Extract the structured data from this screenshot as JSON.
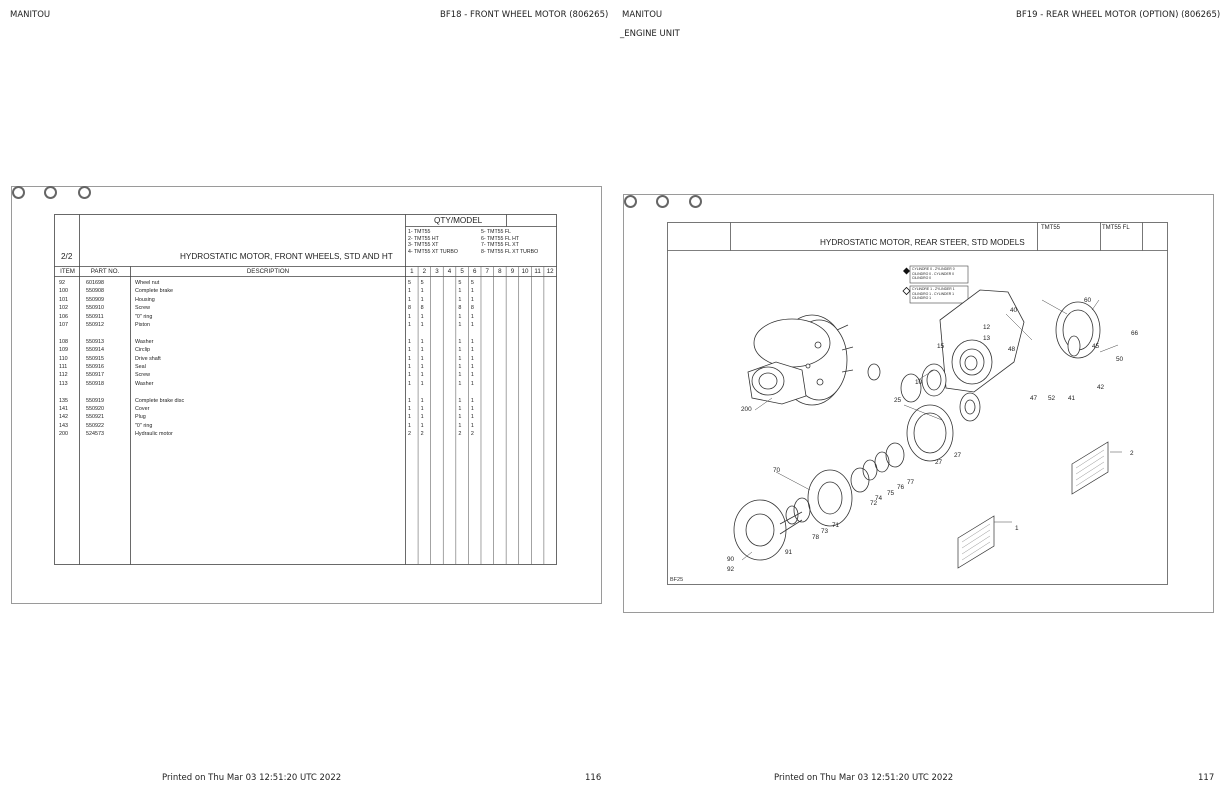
{
  "left_page": {
    "brand": "MANITOU",
    "section_title": "BF18 - FRONT WHEEL MOTOR (806265)",
    "sheet_number": "2/2",
    "diagram_title": "HYDROSTATIC MOTOR, FRONT WHEELS, STD AND HT",
    "qty_header": "QTY/MODEL",
    "models_left": [
      "1- TMT55",
      "2- TMT55 HT",
      "3- TMT55 XT",
      "4- TMT55 XT TURBO"
    ],
    "models_right": [
      "5- TMT55 FL",
      "6- TMT55 FL HT",
      "7- TMT55 FL XT",
      "8- TMT55 FL XT TURBO"
    ],
    "columns": {
      "item": "ITEM",
      "part_no": "PART NO.",
      "description": "DESCRIPTION",
      "qty_cols": [
        "1",
        "2",
        "3",
        "4",
        "5",
        "6",
        "7",
        "8",
        "9",
        "10",
        "11",
        "12"
      ]
    },
    "parts": [
      {
        "item": "92",
        "part": "601698",
        "desc": "Wheel nut",
        "q": {
          "1": "5",
          "2": "5",
          "5": "5",
          "6": "5"
        }
      },
      {
        "item": "100",
        "part": "550908",
        "desc": "Complete brake",
        "q": {
          "1": "1",
          "2": "1",
          "5": "1",
          "6": "1"
        }
      },
      {
        "item": "101",
        "part": "550909",
        "desc": "Housing",
        "q": {
          "1": "1",
          "2": "1",
          "5": "1",
          "6": "1"
        }
      },
      {
        "item": "102",
        "part": "550910",
        "desc": "Screw",
        "q": {
          "1": "8",
          "2": "8",
          "5": "8",
          "6": "8"
        }
      },
      {
        "item": "106",
        "part": "550911",
        "desc": "\"0\" ring",
        "q": {
          "1": "1",
          "2": "1",
          "5": "1",
          "6": "1"
        }
      },
      {
        "item": "107",
        "part": "550912",
        "desc": "Piston",
        "q": {
          "1": "1",
          "2": "1",
          "5": "1",
          "6": "1"
        }
      },
      {
        "gap": true
      },
      {
        "item": "108",
        "part": "550913",
        "desc": "Washer",
        "q": {
          "1": "1",
          "2": "1",
          "5": "1",
          "6": "1"
        }
      },
      {
        "item": "109",
        "part": "550914",
        "desc": "Circlip",
        "q": {
          "1": "1",
          "2": "1",
          "5": "1",
          "6": "1"
        }
      },
      {
        "item": "110",
        "part": "550915",
        "desc": "Drive shaft",
        "q": {
          "1": "1",
          "2": "1",
          "5": "1",
          "6": "1"
        }
      },
      {
        "item": "111",
        "part": "550916",
        "desc": "Seal",
        "q": {
          "1": "1",
          "2": "1",
          "5": "1",
          "6": "1"
        }
      },
      {
        "item": "112",
        "part": "550917",
        "desc": "Screw",
        "q": {
          "1": "1",
          "2": "1",
          "5": "1",
          "6": "1"
        }
      },
      {
        "item": "113",
        "part": "550918",
        "desc": "Washer",
        "q": {
          "1": "1",
          "2": "1",
          "5": "1",
          "6": "1"
        }
      },
      {
        "gap": true
      },
      {
        "item": "135",
        "part": "550919",
        "desc": "Complete brake disc",
        "q": {
          "1": "1",
          "2": "1",
          "5": "1",
          "6": "1"
        }
      },
      {
        "item": "141",
        "part": "550920",
        "desc": "Cover",
        "q": {
          "1": "1",
          "2": "1",
          "5": "1",
          "6": "1"
        }
      },
      {
        "item": "142",
        "part": "550921",
        "desc": "Plug",
        "q": {
          "1": "1",
          "2": "1",
          "5": "1",
          "6": "1"
        }
      },
      {
        "item": "143",
        "part": "550922",
        "desc": "\"0\" ring",
        "q": {
          "1": "1",
          "2": "1",
          "5": "1",
          "6": "1"
        }
      },
      {
        "item": "200",
        "part": "524573",
        "desc": "Hydraulic motor",
        "q": {
          "1": "2",
          "2": "2",
          "5": "2",
          "6": "2"
        }
      }
    ],
    "footer_printed": "Printed on  Thu Mar 03 12:51:20 UTC 2022",
    "page_number": "116"
  },
  "right_page": {
    "brand": "MANITOU",
    "subtitle": "_ENGINE UNIT",
    "section_title": "BF19 - REAR WHEEL MOTOR (OPTION) (806265)",
    "diagram_title": "HYDROSTATIC MOTOR, REAR STEER, STD MODELS",
    "model_col_1": "TMT55",
    "model_col_2": "TMT55 FL",
    "legend_filled": [
      "CYLINDRE 0 - ZYLINDER 0",
      "CILINDRO 0 - CYLINDER 0",
      "CILINDRO 0"
    ],
    "legend_hollow": [
      "CYLINDRE 1 - ZYLINDER 1",
      "CILINDRO 1 - CYLINDER 1",
      "CILINDRO 1"
    ],
    "callouts": [
      "1",
      "2",
      "10",
      "12",
      "13",
      "15",
      "25",
      "27",
      "27",
      "40",
      "41",
      "42",
      "45",
      "47",
      "48",
      "50",
      "52",
      "60",
      "66",
      "70",
      "71",
      "72",
      "73",
      "74",
      "75",
      "76",
      "77",
      "78",
      "90",
      "91",
      "92",
      "200"
    ],
    "figure_code": "BF25",
    "footer_printed": "Printed on  Thu Mar 03 12:51:20 UTC 2022",
    "page_number": "117"
  }
}
